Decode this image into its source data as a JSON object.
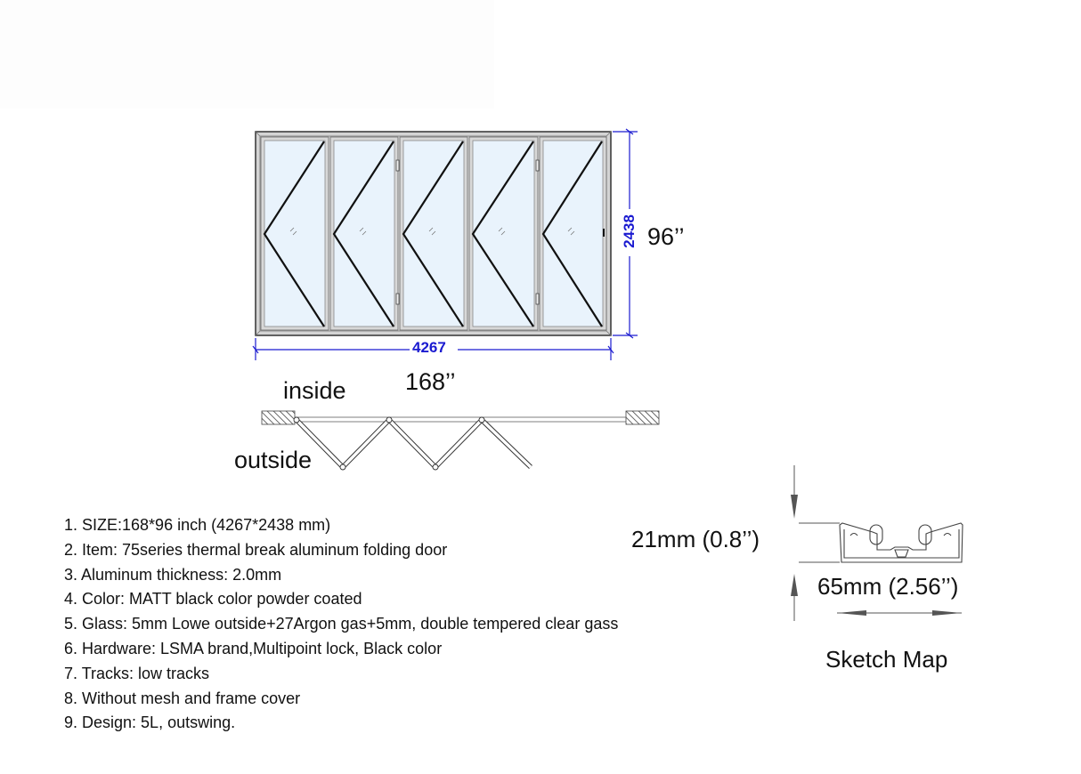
{
  "elevation": {
    "width_mm": "4267",
    "height_mm": "2438",
    "width_in": "168’’",
    "height_in": "96’’",
    "panel_count": 5,
    "dimension_color": "#1a1ad0",
    "glass_color": "#e9f3fc",
    "frame_color": "#cfcfcf"
  },
  "plan": {
    "inside_label": "inside",
    "outside_label": "outside"
  },
  "specs": [
    "1. SIZE:168*96 inch (4267*2438 mm)",
    "2. Item: 75series thermal break aluminum folding door",
    "3. Aluminum thickness: 2.0mm",
    "4. Color: MATT black color powder coated",
    "5. Glass: 5mm Lowe outside+27Argon gas+5mm, double tempered clear gass",
    "6. Hardware: LSMA brand,Multipoint lock, Black color",
    "7. Tracks: low tracks",
    "8. Without mesh and frame cover",
    "9. Design: 5L, outswing."
  ],
  "profile": {
    "height_label": "21mm (0.8’’)",
    "width_label": "65mm (2.56’’)",
    "caption": "Sketch Map"
  }
}
